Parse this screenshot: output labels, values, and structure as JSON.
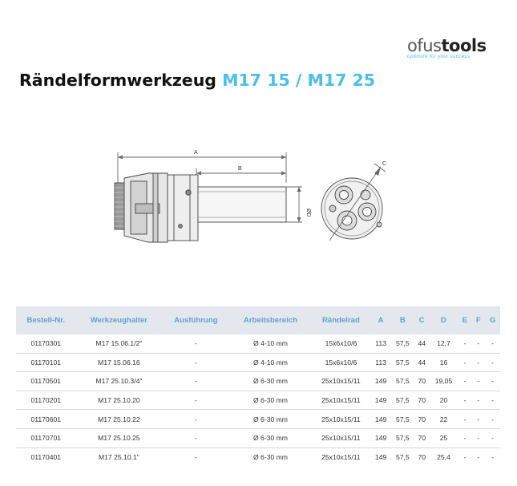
{
  "logo": {
    "part1": "ofus",
    "part2": "tools",
    "tagline": "optimize for your success"
  },
  "title": {
    "main": "Rändelformwerkzeug",
    "accent": "M17 15 / M17 25"
  },
  "drawing": {
    "label_a": "A",
    "label_b": "B",
    "label_c": "C",
    "label_d": "ØD"
  },
  "table": {
    "headers": [
      "Bestell-Nr.",
      "Werkzeughalter",
      "Ausführung",
      "Arbeitsbereich",
      "Rändelrad",
      "A",
      "B",
      "C",
      "D",
      "E",
      "F",
      "G"
    ],
    "rows": [
      [
        "01170301",
        "M17 15.06.1/2\"",
        "-",
        "Ø 4-10 mm",
        "15x6x10/6",
        "113",
        "57,5",
        "44",
        "12,7",
        "-",
        "-",
        "-"
      ],
      [
        "01170101",
        "M17 15.06.16",
        "-",
        "Ø 4-10 mm",
        "15x6x10/6",
        "113",
        "57,5",
        "44",
        "16",
        "-",
        "-",
        "-"
      ],
      [
        "01170501",
        "M17 25.10.3/4\"",
        "-",
        "Ø 6-30 mm",
        "25x10x15/11",
        "149",
        "57,5",
        "70",
        "19,05",
        "-",
        "-",
        "-"
      ],
      [
        "01170201",
        "M17 25.10.20",
        "-",
        "Ø 6-30 mm",
        "25x10x15/11",
        "149",
        "57,5",
        "70",
        "20",
        "-",
        "-",
        "-"
      ],
      [
        "01170601",
        "M17 25.10.22",
        "-",
        "Ø 6-30 mm",
        "25x10x15/11",
        "149",
        "57,5",
        "70",
        "22",
        "-",
        "-",
        "-"
      ],
      [
        "01170701",
        "M17 25.10.25",
        "-",
        "Ø 6-30 mm",
        "25x10x15/11",
        "149",
        "57,5",
        "70",
        "25",
        "-",
        "-",
        "-"
      ],
      [
        "01170401",
        "M17 25.10.1\"",
        "-",
        "Ø 6-30 mm",
        "25x10x15/11",
        "149",
        "57,5",
        "70",
        "25,4",
        "-",
        "-",
        "-"
      ]
    ]
  }
}
